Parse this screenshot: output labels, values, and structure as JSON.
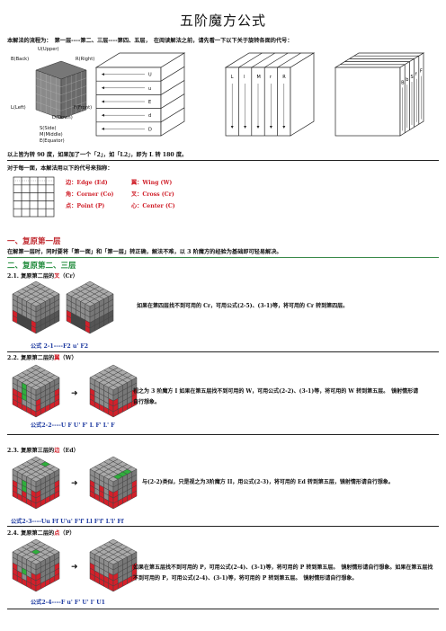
{
  "title": "五阶魔方公式",
  "intro": "本解法的流程为：　第一层----第二、三层----第四、五层，　在阅读解法之前，请先看一下以下关于旋转各面的代号：",
  "face_labels": {
    "upper": "U(Upper)",
    "back": "B(Back)",
    "right": "R(Right)",
    "left": "L(Left)",
    "front": "F(Front)",
    "down": "D(Down)",
    "side": "S(Side)",
    "middle": "M(Middle)",
    "equator": "E(Equator)"
  },
  "slice_row_labels": [
    "U",
    "u",
    "E",
    "d",
    "D"
  ],
  "slice_col_labels": [
    "L",
    "l",
    "M",
    "r",
    "R"
  ],
  "slice_depth_labels": [
    "B",
    "b",
    "S",
    "f",
    "F"
  ],
  "rotation_note": "以上皆为转 90 度，如果加了一个「2」，如「L2」，即为 L 转 180 度。",
  "code_intro": "对于每一面，本解法用以下的代号来指称：",
  "codes": {
    "edge": "边：Edge (Ed)",
    "wing": "翼：Wing (W)",
    "corner": "角：Corner (Co)",
    "cross": "叉：Cross (Cr)",
    "point": "点：Point (P)",
    "center": "心：Center (C)"
  },
  "section1": {
    "heading": "一、复原第一层",
    "text": "在解第一层时，同时要将「第一面」和「第一层」转正确，解法不难，以 3 阶魔方的经验为基础即可轻易解决。"
  },
  "section2": {
    "heading": "二、复原第二、三层",
    "items": [
      {
        "num": "2.1.",
        "prefix": "复原第二层的",
        "key": "叉",
        "suffix": "（Cr）",
        "desc": "如果在第四层找不到可用的 Cr，可用公式(2-5)、(3-1)等，将可用的 Cr 转到第四层。",
        "formula": "公式 2-1----F2 u' F2"
      },
      {
        "num": "2.2.",
        "prefix": "复原第二层的",
        "key": "翼",
        "suffix": "（W）",
        "desc": "视之为 3 阶魔方 I 如果在第五层找不到可用的 W，可用公式(2-2)、(3-1)等，将可用的 W 转到第五层。　镜射情形请自行想象。",
        "formula": "公式2-2----U F U' F' L F' L' F"
      },
      {
        "num": "2.3.",
        "prefix": "复原第三层的",
        "key": "边",
        "suffix": "（Ed）",
        "desc": "与(2-2)类似，只是视之为3阶魔方 II，用公式(2-3)，将可用的 Ed 转到第五层，镜射情形请自行想象。",
        "formula": "公式2-3----Uu Ff U'u' F'f' Ll F'f' L'l' Ff"
      },
      {
        "num": "2.4.",
        "prefix": "复原第二层的",
        "key": "点",
        "suffix": "（P）",
        "desc": "如果在第五层找不到可用的 P，可用公式(2-4)、(3-1)等，将可用的 P 转到第五层。　镜射情形请自行想象。如果在第五层找不到可用的 P，可用公式(2-4)、(3-1)等，将可用的 P 转到第五层。　镜射情形请自行想象。",
        "formula": "公式2-4----F u' F' U' l' U1"
      }
    ]
  }
}
